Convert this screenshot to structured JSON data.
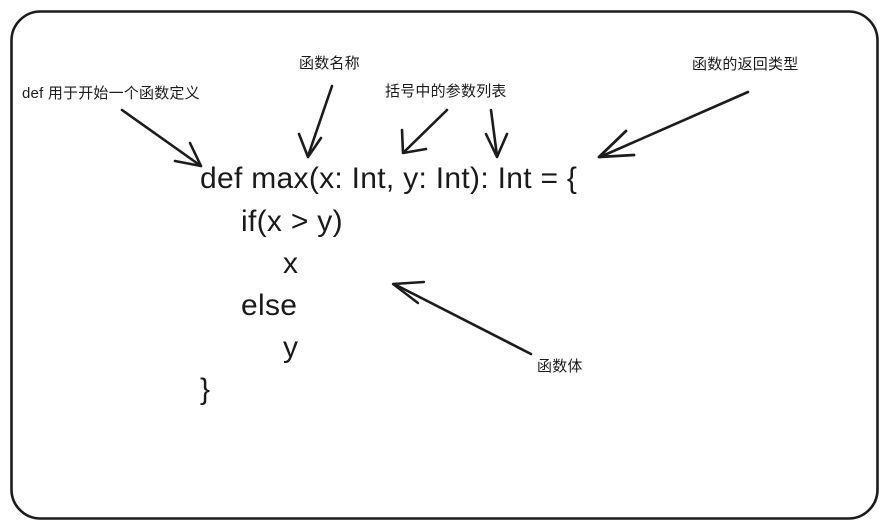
{
  "diagram": {
    "title_semantic": "scala-function-definition-annotated",
    "stroke_color": "#1c1c1c",
    "background_color": "#ffffff",
    "code": {
      "lines": [
        "def max(x: Int, y: Int): Int = {",
        "if(x > y)",
        "x",
        "else",
        "y",
        "}"
      ]
    },
    "annotations": [
      {
        "id": "def-keyword",
        "text": "def 用于开始一个函数定义"
      },
      {
        "id": "function-name",
        "text": "函数名称"
      },
      {
        "id": "parameter-list",
        "text": "括号中的参数列表"
      },
      {
        "id": "return-type",
        "text": "函数的返回类型"
      },
      {
        "id": "function-body",
        "text": "函数体"
      }
    ]
  }
}
